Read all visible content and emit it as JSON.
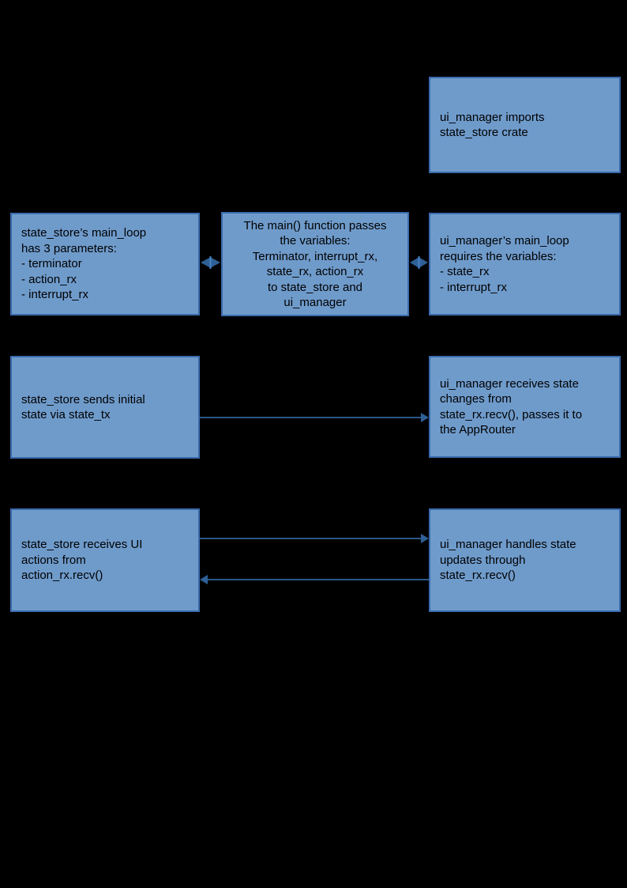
{
  "diagram": {
    "colors": {
      "background": "#000000",
      "node_fill": "#6F9BCB",
      "node_border": "#3B6AAD",
      "edge_line": "#3B74B5",
      "edge_head": "#2E6096",
      "edge_tick": "#4A82C6",
      "text": "#000000"
    },
    "nodes": {
      "imports": {
        "label": "ui_manager imports\nstate_store crate"
      },
      "statestore_params": {
        "label": "state_store’s main_loop\nhas 3 parameters:\n- terminator\n- action_rx\n- interrupt_rx"
      },
      "main_passes": {
        "label": "The main() function passes\nthe variables:\nTerminator, interrupt_rx,\nstate_rx, action_rx\nto state_store and\nui_manager"
      },
      "uimanager_requires": {
        "label": "ui_manager’s main_loop\nrequires the variables:\n- state_rx\n- interrupt_rx"
      },
      "sends_initial": {
        "label": "state_store sends initial\nstate via state_tx"
      },
      "receives_state": {
        "label": "ui_manager receives state\nchanges from\nstate_rx.recv(), passes it to\nthe AppRouter"
      },
      "receives_actions": {
        "label": "state_store receives UI\nactions from\naction_rx.recv()"
      },
      "handles_updates": {
        "label": "ui_manager handles state\nupdates through\nstate_rx.recv()"
      }
    },
    "edges": [
      {
        "from": "statestore_params",
        "to": "main_passes",
        "type": "double-arrow"
      },
      {
        "from": "main_passes",
        "to": "uimanager_requires",
        "type": "double-arrow"
      },
      {
        "from": "sends_initial",
        "to": "receives_state",
        "type": "arrow-right"
      },
      {
        "from": "receives_actions",
        "to": "handles_updates",
        "type": "arrow-right"
      },
      {
        "from": "handles_updates",
        "to": "receives_actions",
        "type": "arrow-left"
      }
    ]
  }
}
